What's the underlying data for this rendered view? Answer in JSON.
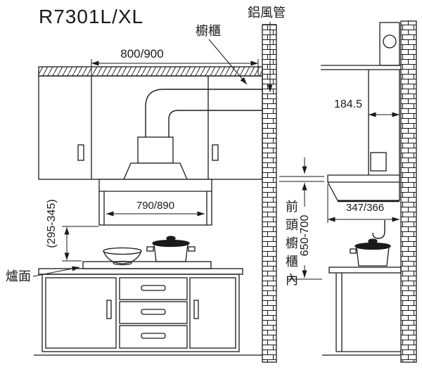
{
  "title": "R7301L/XL",
  "labels": {
    "cabinet": "櫥櫃",
    "aluminum_duct": "鋁風管",
    "stove_surface": "爐面",
    "front_cabinet_inside": "前頭櫥櫃內"
  },
  "dimensions": {
    "overall_width": "800/900",
    "body_width": "790/890",
    "hood_to_surface_gap": "(295-345)",
    "install_height": "650-700",
    "flue_depth": "184.5",
    "hood_depth": "347/366"
  },
  "colors": {
    "line": "#1a1a1a",
    "background": "#ffffff"
  }
}
